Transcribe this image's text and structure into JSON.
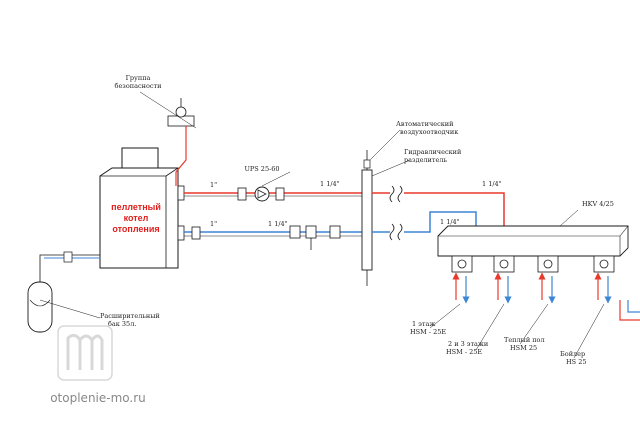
{
  "labels": {
    "safety_group": [
      "Группа",
      "безопасности"
    ],
    "air_vent": [
      "Автоматический",
      "воздухоотводчик"
    ],
    "hydro_sep": [
      "Гидравлический",
      "разделитель"
    ],
    "pump": "UPS 25-60",
    "boiler": [
      "пеллетный",
      "котел",
      "отопления"
    ],
    "pipe_1_top": "1\"",
    "pipe_114_top": "1 1/4\"",
    "pipe_1_bot": "1\"",
    "pipe_114_bot": "1 1/4\"",
    "pipe_114_right_top": "1 1/4\"",
    "pipe_114_right_bot": "1 1/4\"",
    "manifold": "HKV 4/25",
    "expansion": [
      "Расширительный",
      "бак 35л."
    ],
    "circuit1": [
      "1 этаж",
      "HSM - 25E"
    ],
    "circuit2": [
      "2 и 3 этажи",
      "HSM - 25E"
    ],
    "circuit3": [
      "Теплый пол",
      "HSM 25"
    ],
    "circuit4": [
      "Бойлер",
      "HS 25"
    ]
  },
  "watermark": "otoplenie-mo.ru",
  "colors": {
    "hot": "#e8392c",
    "cold": "#3d86d6",
    "line": "#1a1a1a",
    "boiler": "#e0201e"
  }
}
